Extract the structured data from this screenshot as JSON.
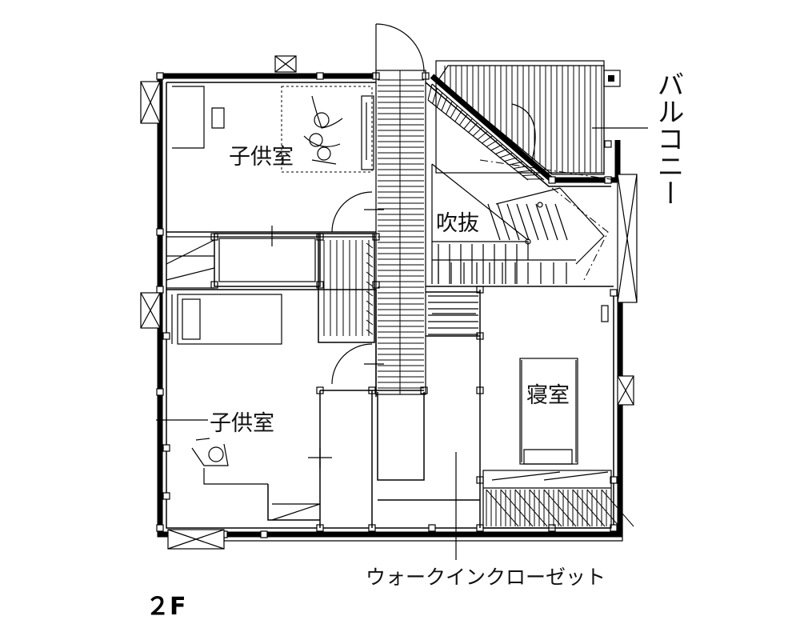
{
  "rooms": {
    "child_room_top": "子供室",
    "child_room_bottom": "子供室",
    "fukinuke": "吹抜",
    "bedroom": "寝室",
    "balcony": "バルコニー",
    "walk_in_closet": "ウォークインクローゼット"
  },
  "floor_label": "２F"
}
